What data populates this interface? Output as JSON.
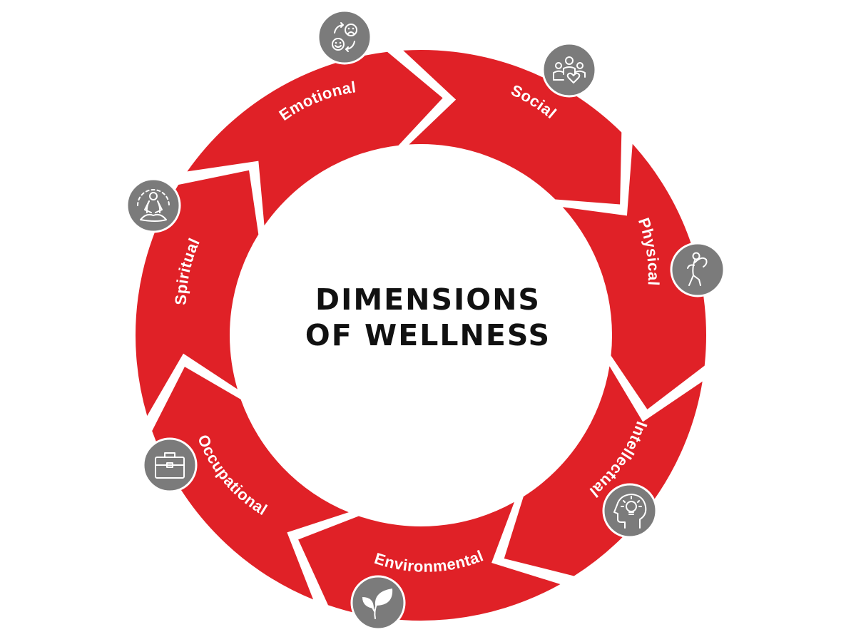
{
  "title": {
    "line1": "DIMENSIONS",
    "line2": "OF WELLNESS"
  },
  "colors": {
    "segment": "#e02127",
    "icon_badge": "#7b7b7b",
    "label": "#ffffff",
    "title": "#111111"
  },
  "dimensions": [
    {
      "label": "Emotional",
      "icon": "emotional-faces-icon"
    },
    {
      "label": "Social",
      "icon": "social-people-heart-icon"
    },
    {
      "label": "Physical",
      "icon": "physical-stretching-icon"
    },
    {
      "label": "Intellectual",
      "icon": "intellectual-head-lightbulb-icon"
    },
    {
      "label": "Environmental",
      "icon": "environmental-leaf-icon"
    },
    {
      "label": "Occupational",
      "icon": "occupational-briefcase-icon"
    },
    {
      "label": "Spiritual",
      "icon": "spiritual-meditation-icon"
    }
  ]
}
